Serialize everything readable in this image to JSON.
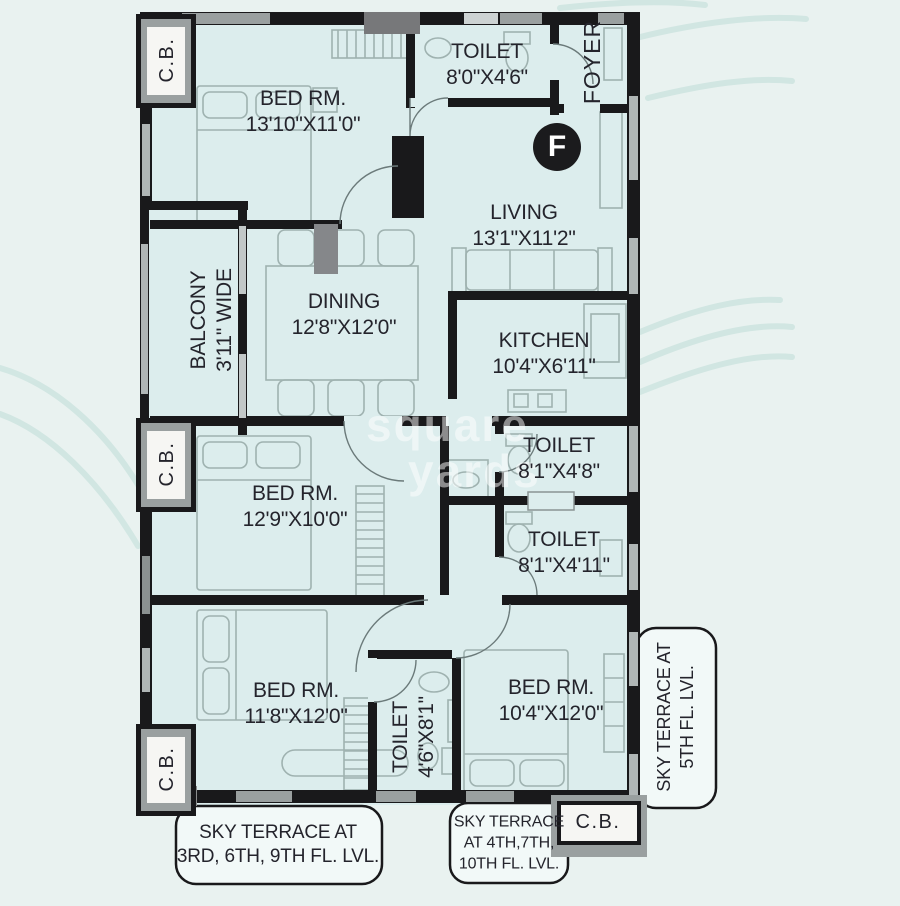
{
  "badge": {
    "label": "F"
  },
  "watermark": {
    "line1": "square",
    "line2": "yards"
  },
  "rooms": {
    "bed1": {
      "name": "BED RM.",
      "dims": "13'10\"X11'0\""
    },
    "toilet1": {
      "name": "TOILET",
      "dims": "8'0\"X4'6\""
    },
    "foyer": {
      "name": "FOYER"
    },
    "living": {
      "name": "LIVING",
      "dims": "13'1\"X11'2\""
    },
    "balcony": {
      "name": "BALCONY",
      "dims": "3'11\" WIDE"
    },
    "dining": {
      "name": "DINING",
      "dims": "12'8\"X12'0\""
    },
    "kitchen": {
      "name": "KITCHEN",
      "dims": "10'4\"X6'11\""
    },
    "toilet2": {
      "name": "TOILET",
      "dims": "8'1\"X4'8\""
    },
    "bed2": {
      "name": "BED RM.",
      "dims": "12'9\"X10'0\""
    },
    "toilet3": {
      "name": "TOILET",
      "dims": "8'1\"X4'11\""
    },
    "bed3": {
      "name": "BED RM.",
      "dims": "11'8\"X12'0\""
    },
    "toilet4": {
      "name": "TOILET",
      "dims": "4'6\"X8'1\""
    },
    "bed4": {
      "name": "BED RM.",
      "dims": "10'4\"X12'0\""
    }
  },
  "cupboards": {
    "cb1": "C.B.",
    "cb2": "C.B.",
    "cb3": "C.B.",
    "cb4": "C.B."
  },
  "notes": {
    "right": {
      "line1": "SKY TERRACE AT",
      "line2": "5TH FL. LVL."
    },
    "bottomLeft": {
      "line1": "SKY TERRACE AT",
      "line2": "3RD, 6TH, 9TH FL. LVL."
    },
    "bottomMid": {
      "line1": "SKY TERRACE",
      "line2": "AT 4TH,7TH,",
      "line3": "10TH FL. LVL."
    }
  },
  "colors": {
    "background": "#e9f2f0",
    "room_fill": "#dceded",
    "wall": "#19191b",
    "swirl": "#cfe5e1",
    "badge_bg": "#1b1b1d"
  }
}
